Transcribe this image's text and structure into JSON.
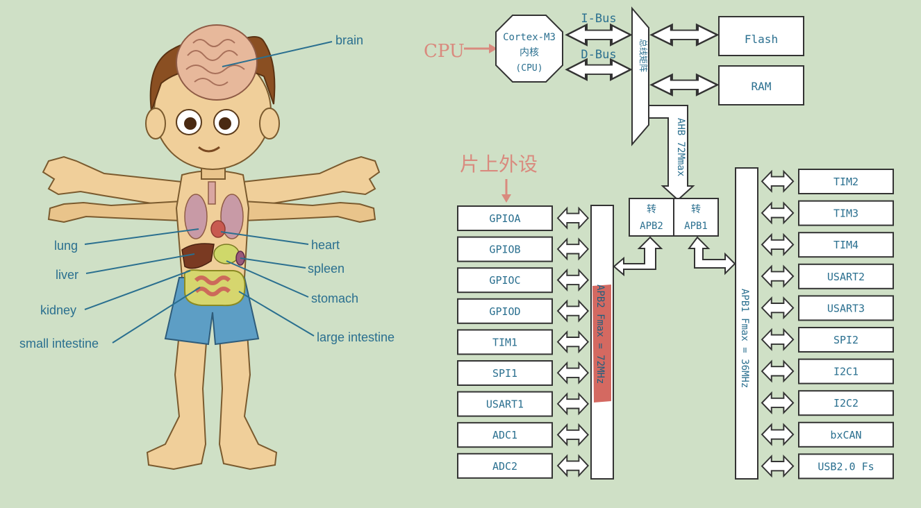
{
  "anatomy": {
    "labels": {
      "brain": "brain",
      "lung": "lung",
      "heart": "heart",
      "liver": "liver",
      "spleen": "spleen",
      "kidney": "kidney",
      "stomach": "stomach",
      "small_intestine": "small intestine",
      "large_intestine": "large intestine"
    }
  },
  "mcu": {
    "cpu_label": "CPU",
    "core": {
      "line1": "Cortex-M3",
      "line2": "内核",
      "line3": "(CPU)"
    },
    "ibus": "I-Bus",
    "dbus": "D-Bus",
    "bus_matrix": "总线矩阵",
    "flash": "Flash",
    "ram": "RAM",
    "ahb": "AHB 72Mmax",
    "onchip_label": "片上外设",
    "bridge_apb2": {
      "line1": "转",
      "line2": "APB2"
    },
    "bridge_apb1": {
      "line1": "转",
      "line2": "APB1"
    },
    "apb2_bus": "APB2 Fmax = 72MHz",
    "apb1_bus": "APB1 Fmax = 36MHz",
    "apb2_peripherals": [
      "GPIOA",
      "GPIOB",
      "GPIOC",
      "GPIOD",
      "TIM1",
      "SPI1",
      "USART1",
      "ADC1",
      "ADC2"
    ],
    "apb1_peripherals": [
      "TIM2",
      "TIM3",
      "TIM4",
      "USART2",
      "USART3",
      "SPI2",
      "I2C1",
      "I2C2",
      "bxCAN",
      "USB2.0 Fs"
    ],
    "colors": {
      "line": "#3a3a3a",
      "text": "#2a6f8f",
      "annotation": "#d98a7e",
      "highlight": "#cc4f45"
    }
  }
}
